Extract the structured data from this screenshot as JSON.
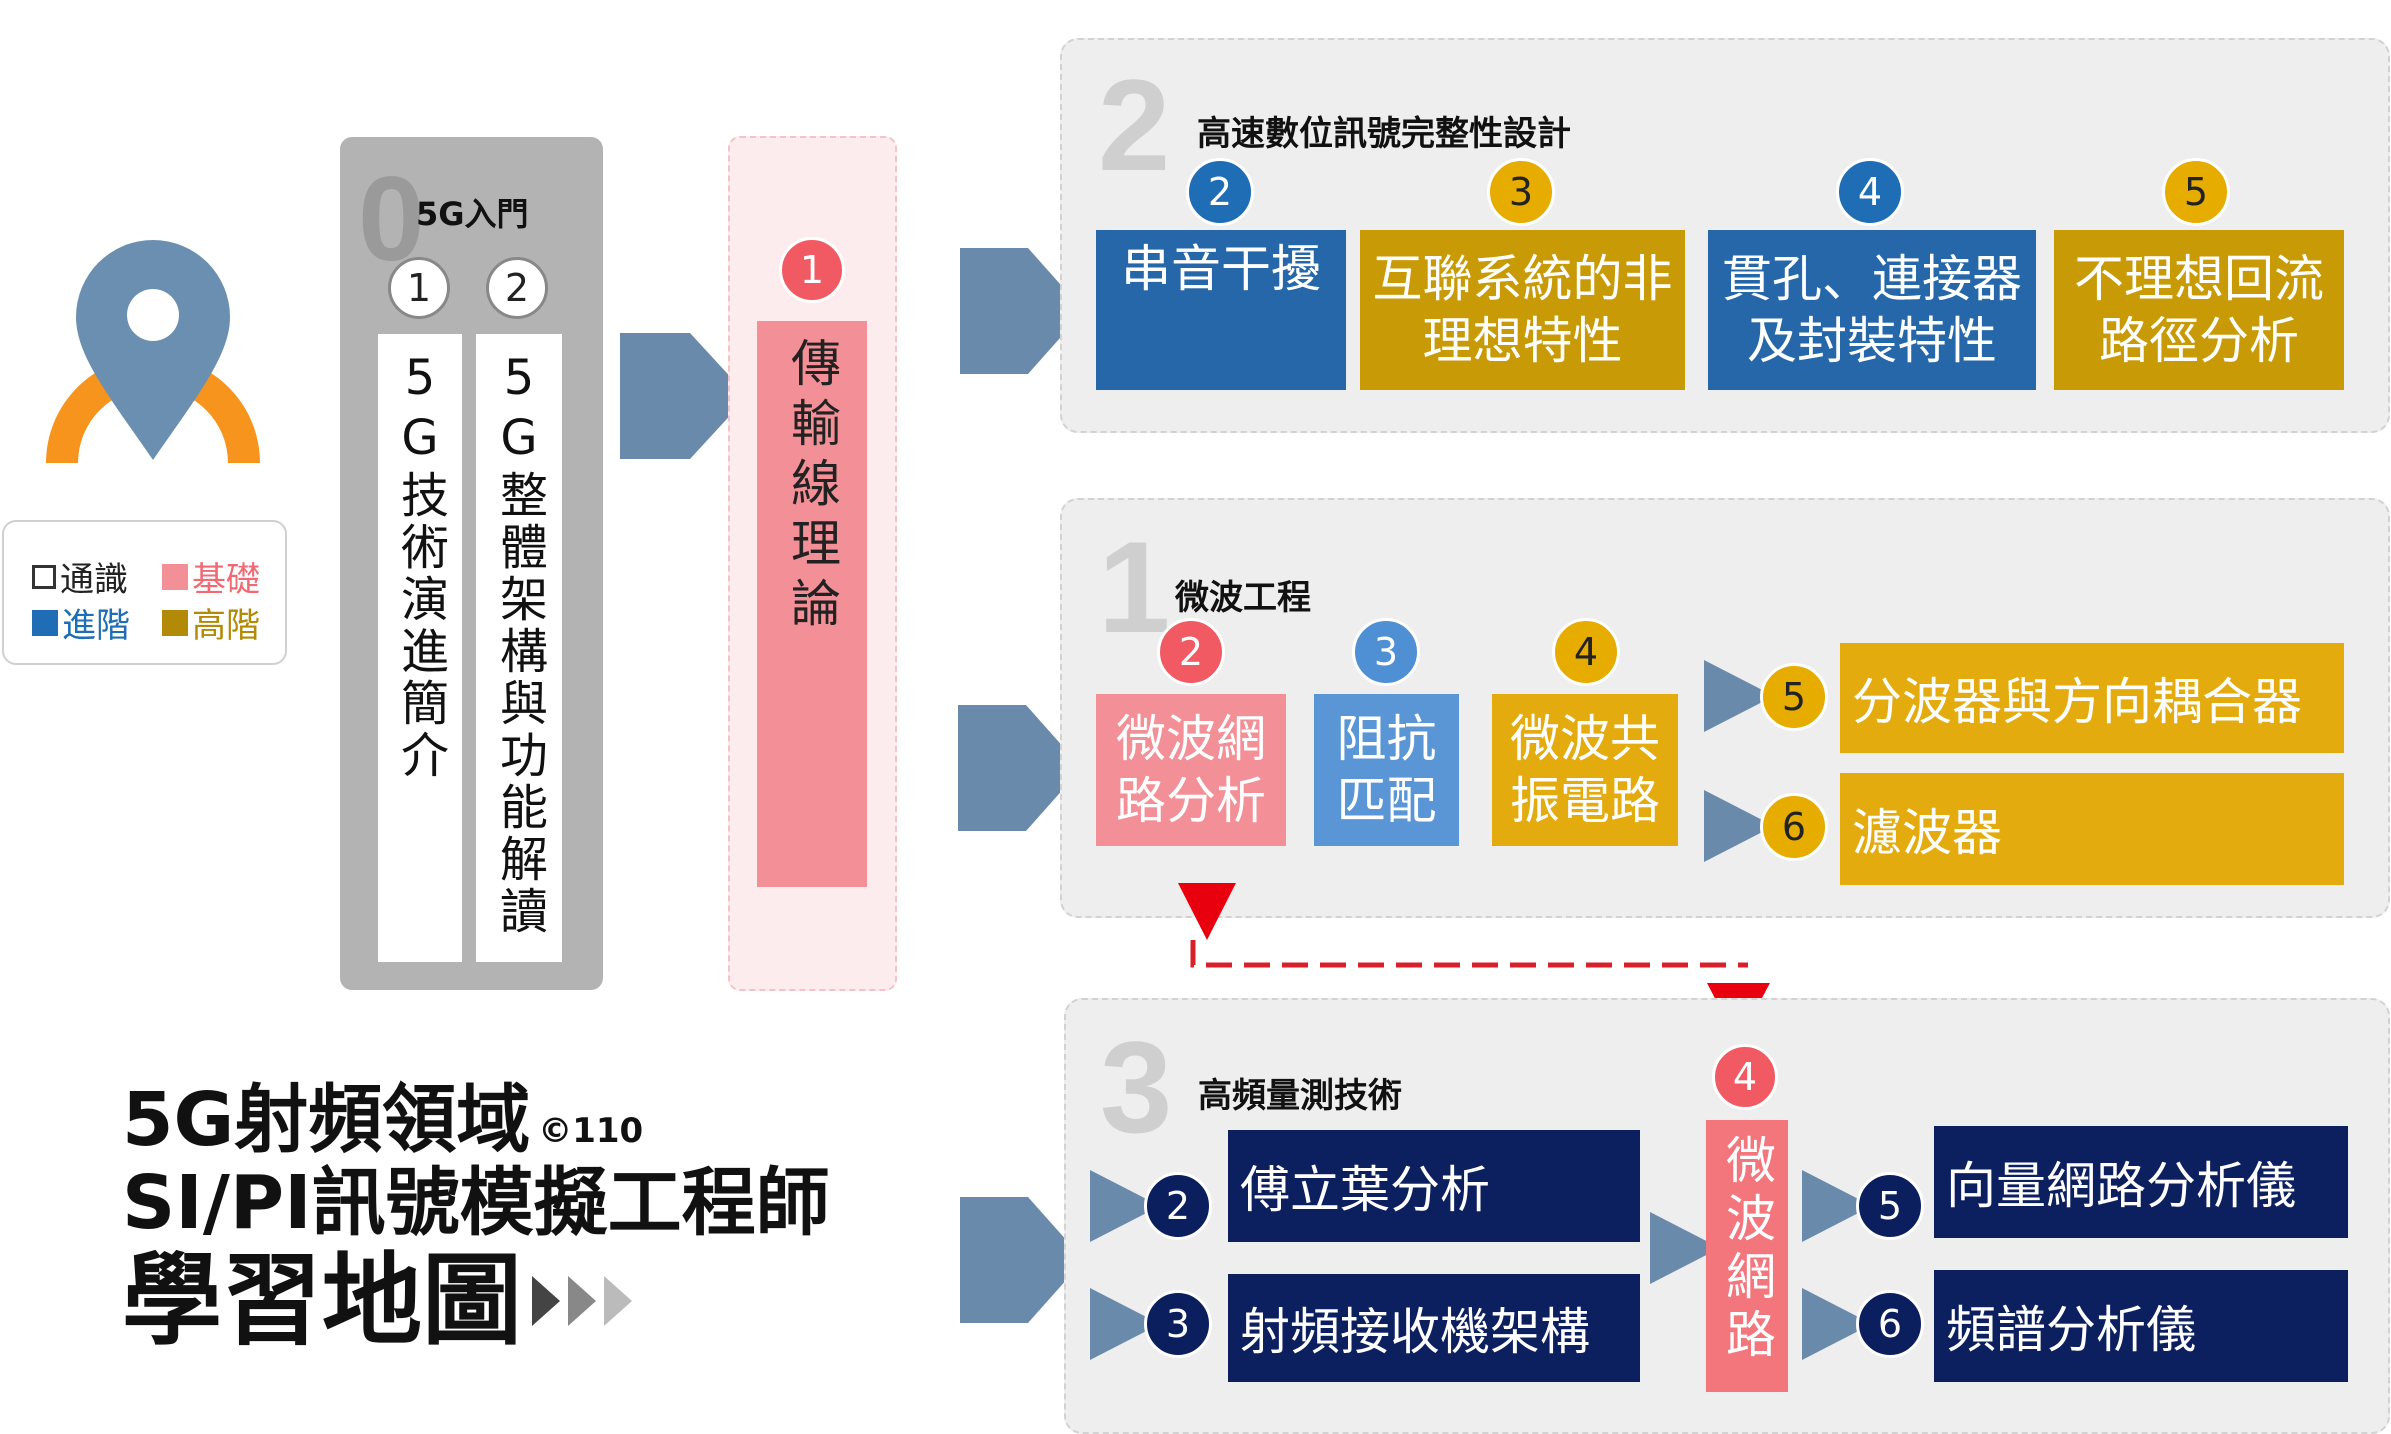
{
  "legend": {
    "items": [
      {
        "label": "通識",
        "color": "#ffffff"
      },
      {
        "label": "基礎",
        "color": "#f38f96"
      },
      {
        "label": "進階",
        "color": "#2567a8"
      },
      {
        "label": "高階",
        "color": "#c89a06"
      }
    ]
  },
  "section0": {
    "num": "0",
    "title": "5G入門",
    "items": [
      {
        "num": "1",
        "text": "5G技術演進簡介"
      },
      {
        "num": "2",
        "text": "5G整體架構與功能解讀"
      }
    ]
  },
  "transmission": {
    "num": "1",
    "text": "傳輸線理論"
  },
  "section2": {
    "num": "2",
    "title": "高速數位訊號完整性設計",
    "items": [
      {
        "num": "2",
        "text": "串音干擾"
      },
      {
        "num": "3",
        "text": "互聯系統的非\n理想特性"
      },
      {
        "num": "4",
        "text": "貫孔、連接器\n及封裝特性"
      },
      {
        "num": "5",
        "text": "不理想回流\n路徑分析"
      }
    ]
  },
  "section1": {
    "num": "1",
    "title": "微波工程",
    "items": [
      {
        "num": "2",
        "text": "微波網\n路分析"
      },
      {
        "num": "3",
        "text": "阻抗\n匹配"
      },
      {
        "num": "4",
        "text": "微波共\n振電路"
      },
      {
        "num": "5",
        "text": "分波器與方向耦合器"
      },
      {
        "num": "6",
        "text": "濾波器"
      }
    ]
  },
  "section3": {
    "num": "3",
    "title": "高頻量測技術",
    "items": [
      {
        "num": "2",
        "text": "傅立葉分析"
      },
      {
        "num": "3",
        "text": "射頻接收機架構"
      },
      {
        "num": "4",
        "text": "微波網路"
      },
      {
        "num": "5",
        "text": "向量網路分析儀"
      },
      {
        "num": "6",
        "text": "頻譜分析儀"
      }
    ]
  },
  "heading": {
    "line1": "5G射頻領域",
    "copyright": "©110",
    "line2": "SI/PI訊號模擬工程師",
    "line3": "學習地圖"
  },
  "colors": {
    "arrow": "#6a8aab",
    "pin": "#6b8fb0",
    "pin_base": "#f7941d",
    "dashed": "#d8202b"
  }
}
